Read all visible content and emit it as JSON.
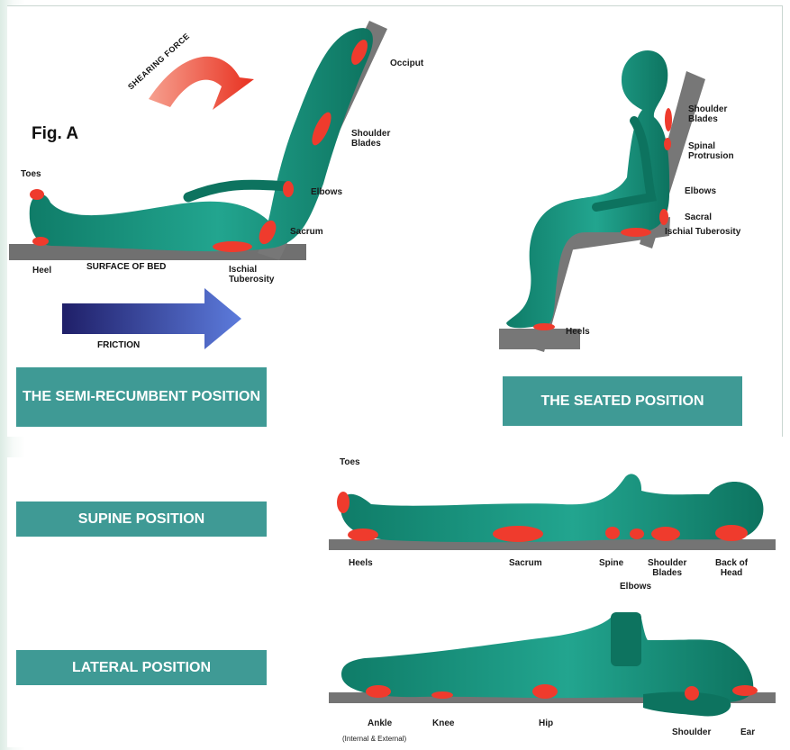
{
  "figure_label": "Fig. A",
  "semi_recumbent": {
    "title": "THE SEMI-RECUMBENT POSITION",
    "shearing_force": "SHEARING FORCE",
    "surface": "SURFACE OF BED",
    "friction": "FRICTION",
    "labels": {
      "toes": "Toes",
      "heel": "Heel",
      "occiput": "Occiput",
      "shoulder_blades": "Shoulder\nBlades",
      "elbows": "Elbows",
      "sacrum": "Sacrum",
      "ischial": "Ischial\nTuberosity"
    }
  },
  "seated": {
    "title": "THE SEATED POSITION",
    "labels": {
      "shoulder_blades": "Shoulder\nBlades",
      "spinal": "Spinal\nProtrusion",
      "elbows": "Elbows",
      "sacral": "Sacral",
      "ischial": "Ischial Tuberosity",
      "heels": "Heels"
    }
  },
  "supine": {
    "title": "SUPINE POSITION",
    "labels": {
      "toes": "Toes",
      "heels": "Heels",
      "sacrum": "Sacrum",
      "spine": "Spine",
      "elbows": "Elbows",
      "shoulder_blades": "Shoulder\nBlades",
      "back_of_head": "Back of\nHead"
    }
  },
  "lateral": {
    "title": "LATERAL POSITION",
    "labels": {
      "ankle": "Ankle",
      "ankle_note": "(Internal & External)",
      "knee": "Knee",
      "hip": "Hip",
      "shoulder": "Shoulder",
      "ear": "Ear"
    }
  },
  "colors": {
    "body": "#1b9a82",
    "pressure": "#ef3b2d",
    "bar": "#3f9a95",
    "surface": "#6f6f6f"
  }
}
